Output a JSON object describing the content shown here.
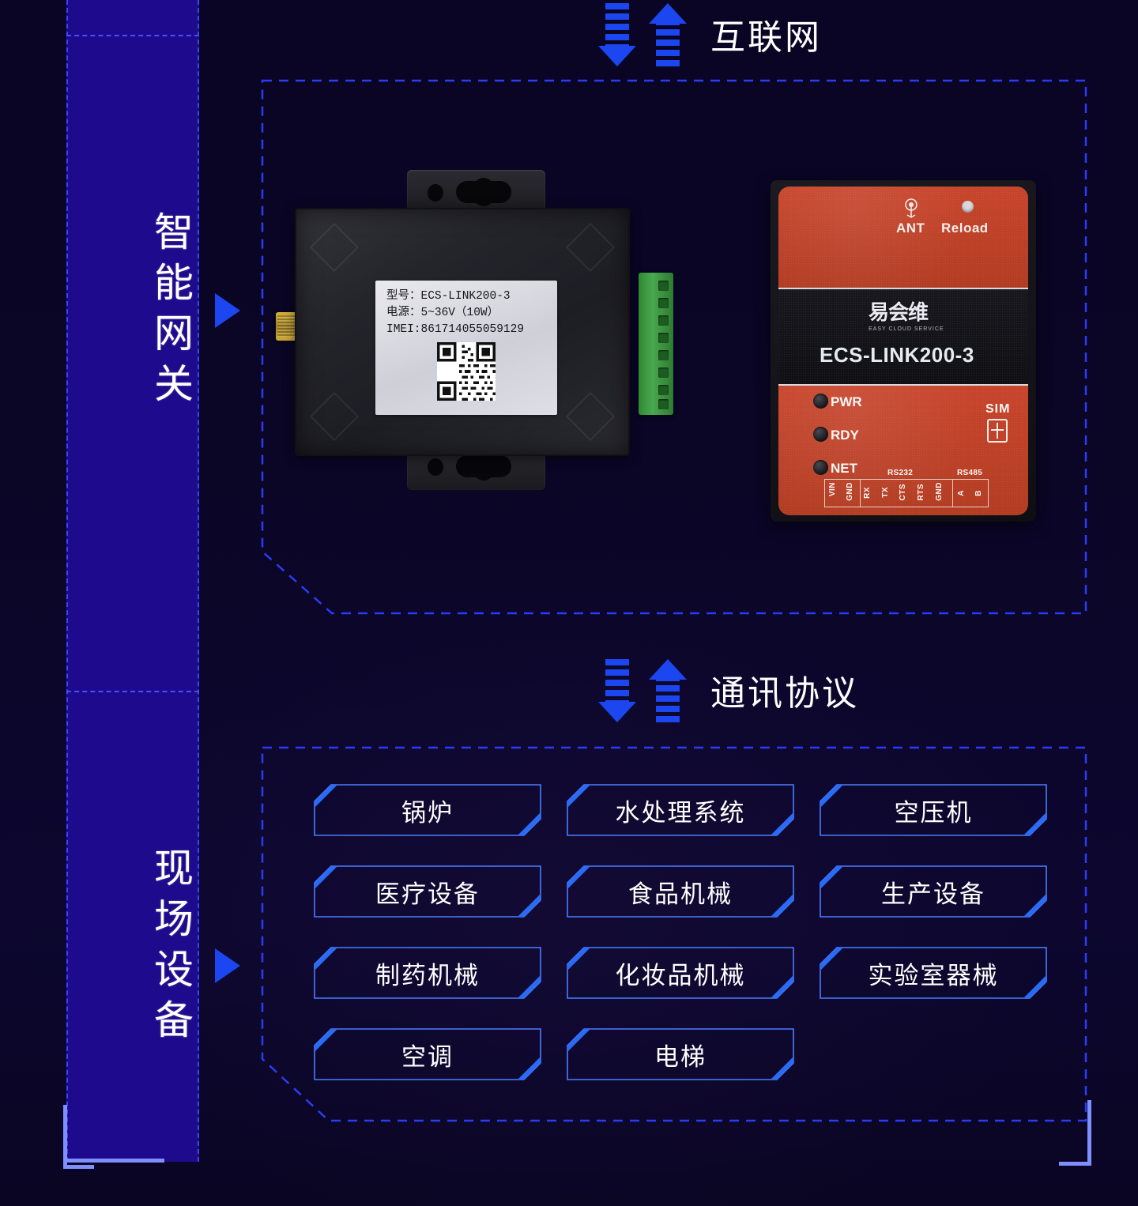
{
  "theme": {
    "background": "#0a0520",
    "sidebar_fill": "#1e0a8c",
    "accent_blue": "#1b46f0",
    "dashed_blue": "#2a3cf5",
    "bracket_blue": "#7f8fff",
    "text_white": "#ffffff",
    "device_red": "#b8402c",
    "device_black": "#17171d",
    "terminal_green": "#49a84d",
    "connector_gold": "#d9b23c"
  },
  "sidebar": {
    "sections": [
      {
        "label": "智能网关",
        "name": "smart-gateway"
      },
      {
        "label": "现场设备",
        "name": "field-devices"
      }
    ]
  },
  "flows": [
    {
      "label": "互联网",
      "name": "internet-flow",
      "down_arrow": "down-arrow-icon",
      "up_arrow": "up-arrow-icon"
    },
    {
      "label": "通讯协议",
      "name": "protocol-flow",
      "down_arrow": "down-arrow-icon",
      "up_arrow": "up-arrow-icon"
    }
  ],
  "gateway_panel": {
    "black_device": {
      "name": "ecs-link200-3-back",
      "label": {
        "model_line": "型号：ECS-LINK200-3",
        "power_line": "电源：5~36V（10W）",
        "imei_line": "IMEI:861714055059129"
      },
      "qr_code": "qr-code-icon",
      "antenna_connector": "sma-connector",
      "terminal_block": "green-terminal-block",
      "mounting_flange": "mounting-flange"
    },
    "red_device": {
      "name": "ecs-link200-3-front",
      "antenna_label": "ANT",
      "antenna_icon": "antenna-icon",
      "reload_label": "Reload",
      "reload_button": "reload-button",
      "brand_cn": "易会维",
      "brand_en": "EASY CLOUD SERVICE",
      "model": "ECS-LINK200-3",
      "leds": [
        "PWR",
        "RDY",
        "NET"
      ],
      "sim_label": "SIM",
      "sim_icon": "sim-card-icon",
      "bus_names": [
        "RS232",
        "RS485"
      ],
      "terminals_power": [
        "VIN",
        "GND"
      ],
      "terminals_rs232": [
        "RX",
        "TX",
        "CTS",
        "RTS",
        "GND"
      ],
      "terminals_rs485": [
        "A",
        "B"
      ]
    }
  },
  "device_cards": {
    "rows": [
      [
        "锅炉",
        "水处理系统",
        "空压机"
      ],
      [
        "医疗设备",
        "食品机械",
        "生产设备"
      ],
      [
        "制药机械",
        "化妆品机械",
        "实验室器械"
      ],
      [
        "空调",
        "电梯"
      ]
    ]
  }
}
